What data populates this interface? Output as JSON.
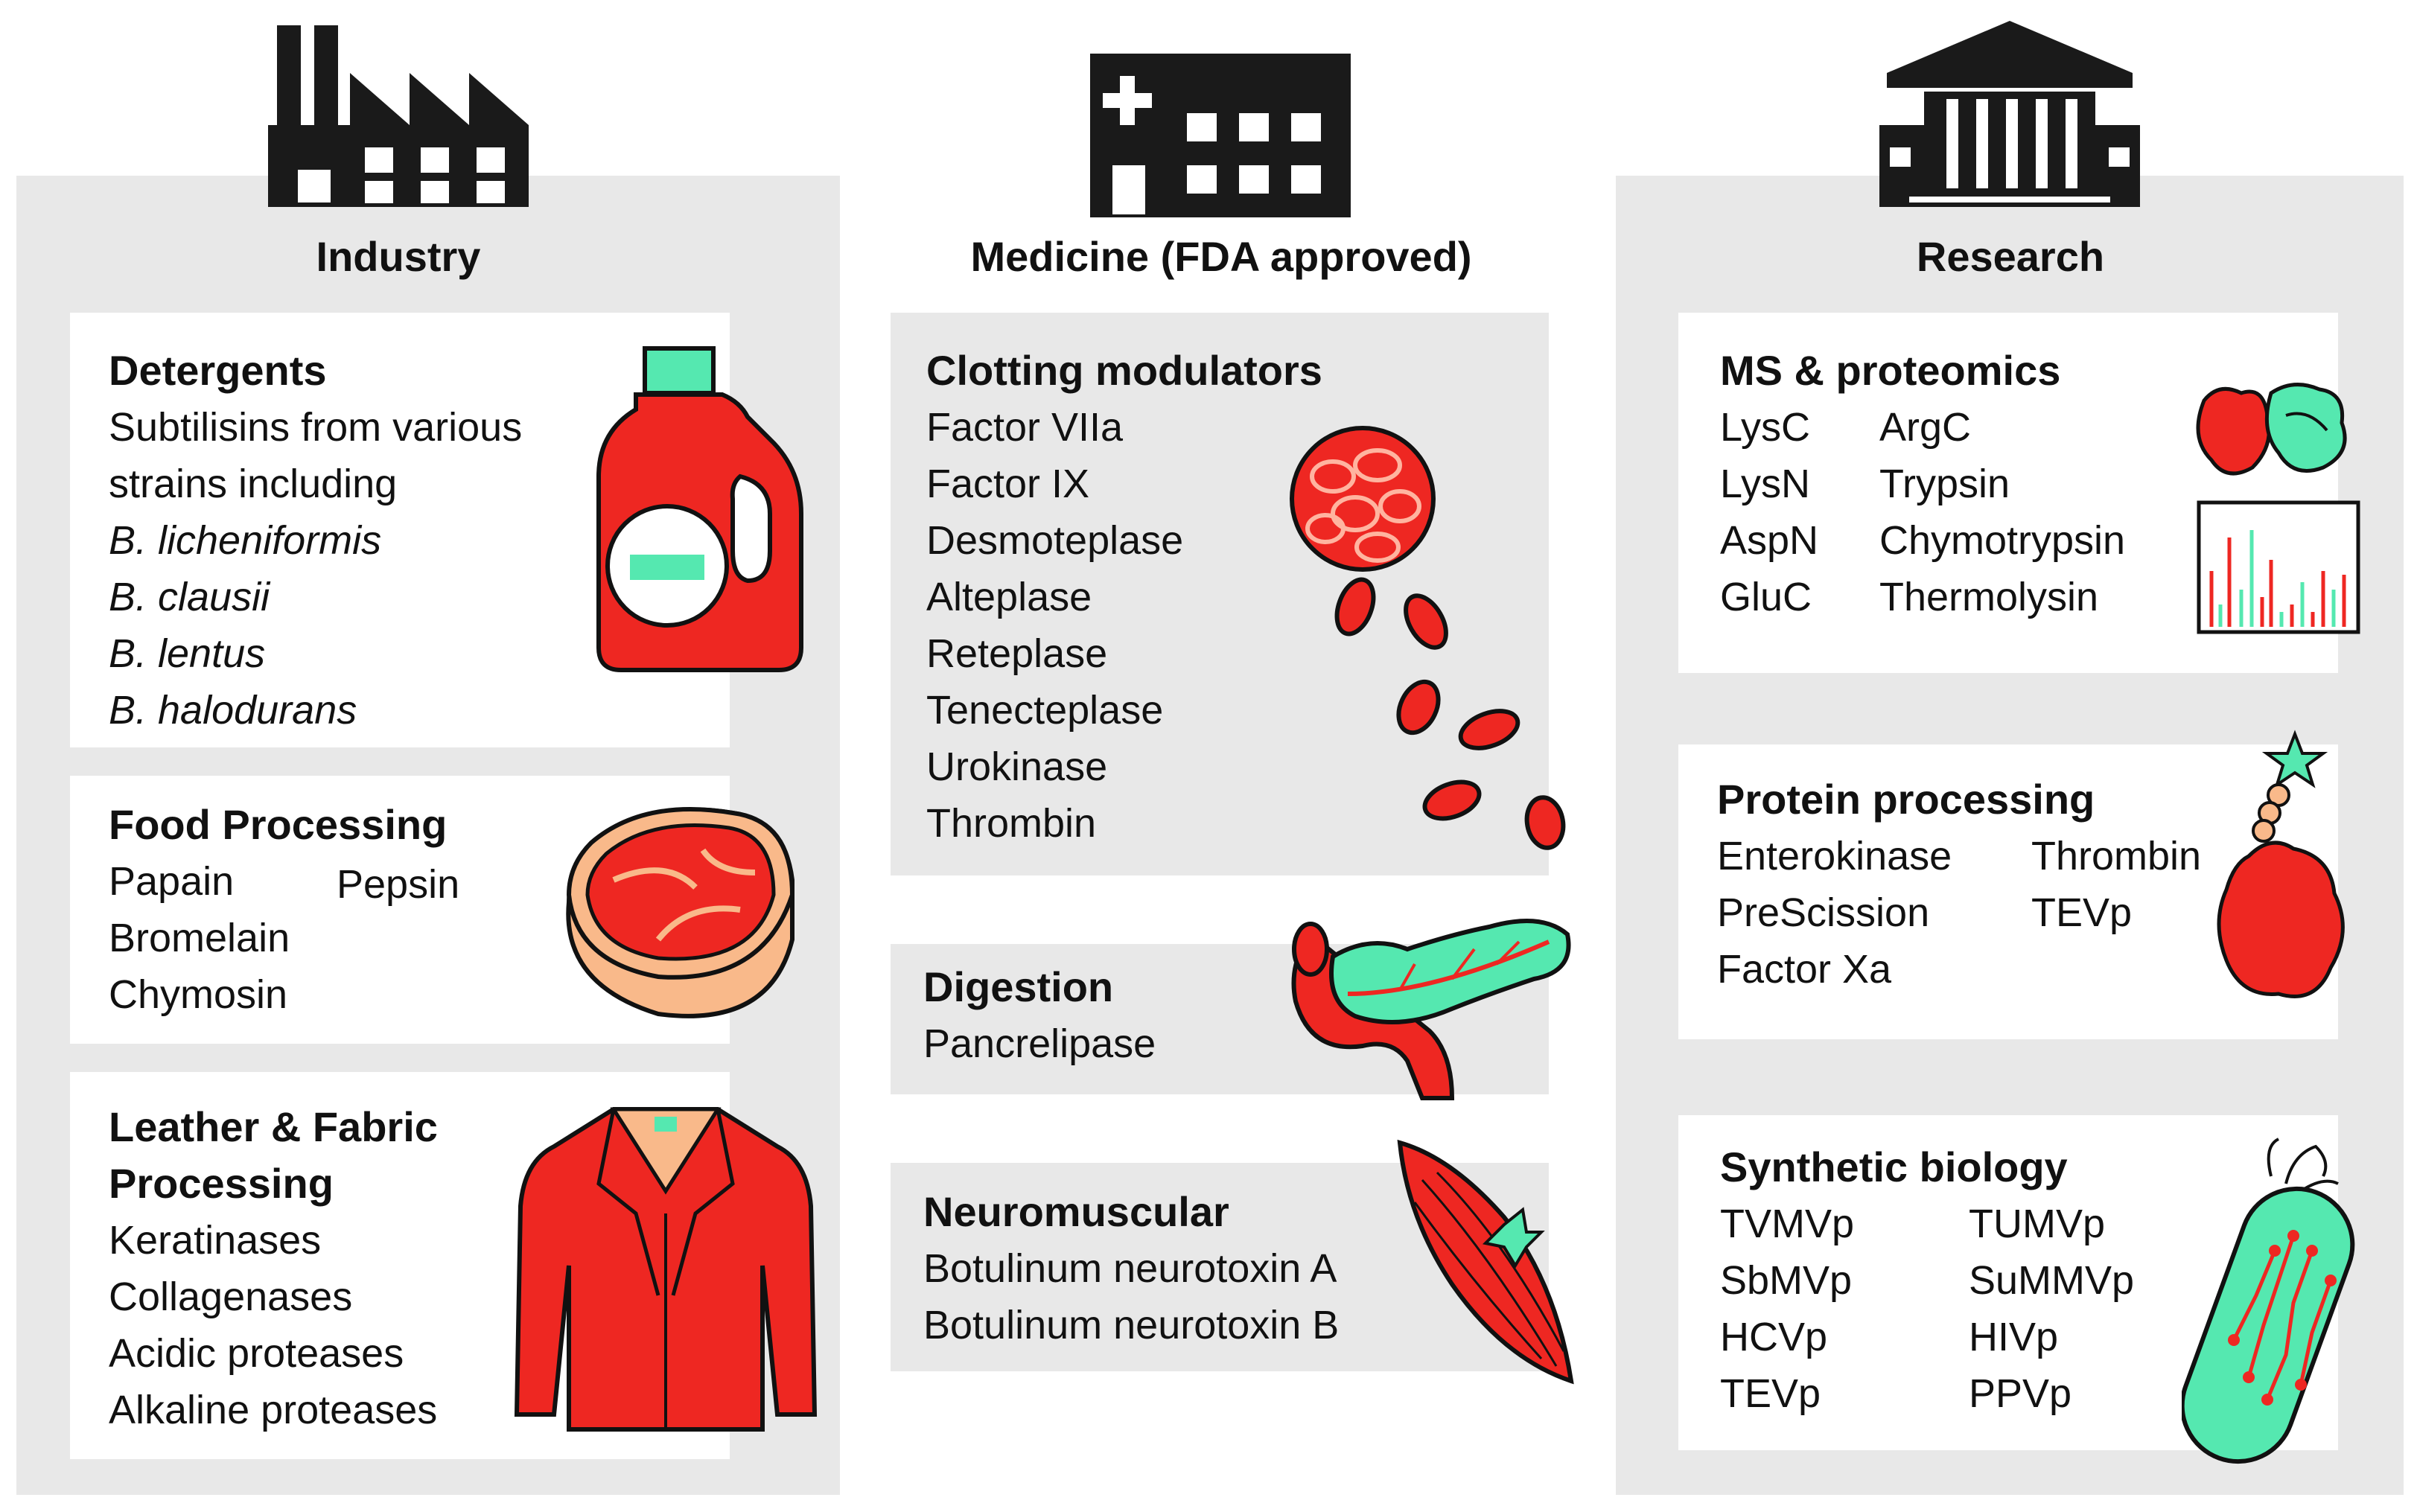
{
  "industry": {
    "title": "Industry",
    "detergents": {
      "title": "Detergents",
      "lines": [
        "Subtilisins from various",
        "strains including"
      ],
      "species": [
        "B. licheniformis",
        "B. clausii",
        "B. lentus",
        "B. halodurans"
      ]
    },
    "food": {
      "title": "Food Processing",
      "col1": [
        "Papain",
        "Bromelain",
        "Chymosin"
      ],
      "col2": [
        "Pepsin"
      ]
    },
    "leather": {
      "title_lines": [
        "Leather & Fabric",
        "Processing"
      ],
      "items": [
        "Keratinases",
        "Collagenases",
        "Acidic proteases",
        "Alkaline proteases"
      ]
    }
  },
  "medicine": {
    "title": "Medicine (FDA approved)",
    "clotting": {
      "title": "Clotting modulators",
      "items": [
        "Factor VIIa",
        "Factor IX",
        "Desmoteplase",
        "Alteplase",
        "Reteplase",
        "Tenecteplase",
        "Urokinase",
        "Thrombin"
      ]
    },
    "digestion": {
      "title": "Digestion",
      "items": [
        "Pancrelipase"
      ]
    },
    "neuromuscular": {
      "title": "Neuromuscular",
      "items": [
        "Botulinum neurotoxin A",
        "Botulinum neurotoxin B"
      ]
    }
  },
  "research": {
    "title": "Research",
    "ms": {
      "title": "MS & proteomics",
      "col1": [
        "LysC",
        "LysN",
        "AspN",
        "GluC"
      ],
      "col2": [
        "ArgC",
        "Trypsin",
        "Chymotrypsin",
        "Thermolysin"
      ]
    },
    "protein": {
      "title": "Protein processing",
      "col1": [
        "Enterokinase",
        "PreScission",
        "Factor Xa"
      ],
      "col2": [
        "Thrombin",
        "TEVp"
      ]
    },
    "synbio": {
      "title": "Synthetic biology",
      "col1": [
        "TVMVp",
        "SbMVp",
        "HCVp",
        "TEVp"
      ],
      "col2": [
        "TUMVp",
        "SuMMVp",
        "HIVp",
        "PPVp"
      ]
    }
  },
  "colors": {
    "red": "#ee2722",
    "mint": "#55e8b0",
    "panel": "#e8e8e8",
    "tan": "#f9b98a"
  }
}
